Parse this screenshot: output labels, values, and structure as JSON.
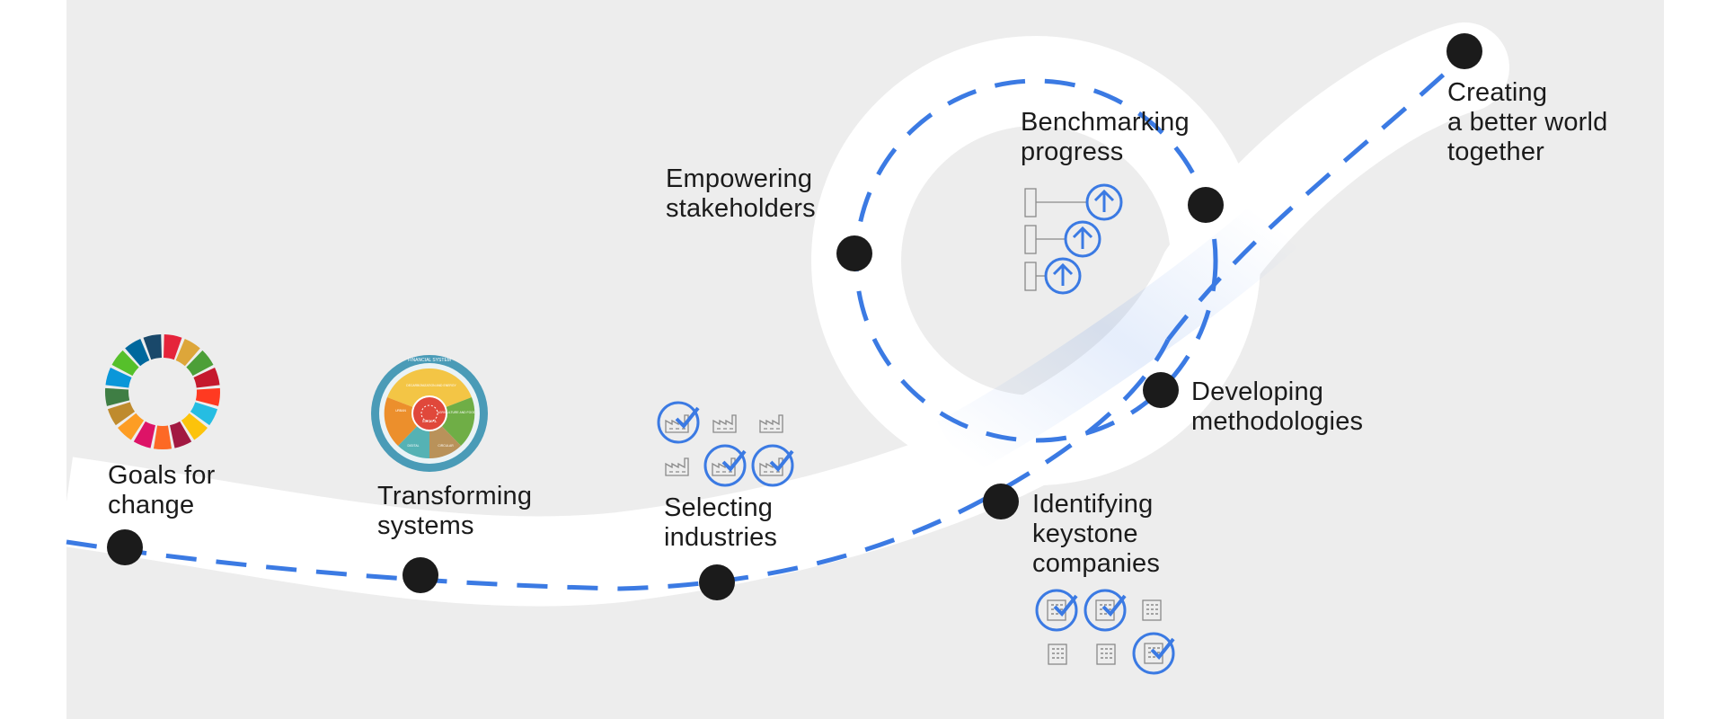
{
  "milestones": [
    {
      "id": "goals",
      "label": "Goals for\nchange"
    },
    {
      "id": "transforming",
      "label": "Transforming\nsystems"
    },
    {
      "id": "selecting",
      "label": "Selecting\nindustries"
    },
    {
      "id": "identifying",
      "label": "Identifying\nkeystone\ncompanies"
    },
    {
      "id": "developing",
      "label": "Developing\nmethodologies"
    },
    {
      "id": "empowering",
      "label": "Empowering\nstakeholders"
    },
    {
      "id": "benchmarking",
      "label": "Benchmarking\nprogress"
    },
    {
      "id": "creating",
      "label": "Creating\na better world\ntogether"
    }
  ],
  "systems_wheel": {
    "outer_title": "FINANCIAL SYSTEM",
    "center": "SOCIAL",
    "segments": [
      "DECARBONIZATION AND ENERGY",
      "AGRICULTURE AND FOOD",
      "CIRCULAR",
      "DIGITAL",
      "URBAN"
    ]
  },
  "colors": {
    "background": "#ededed",
    "path": "#ffffff",
    "dash": "#3b7ae3",
    "milestone_dot": "#1b1b1b",
    "icon_blue": "#3b7ae3",
    "icon_grey": "#8a8a8a",
    "sdg_wheel": [
      "#e5243b",
      "#dda63a",
      "#4c9f38",
      "#c5192d",
      "#ff3a21",
      "#26bde2",
      "#fcc30b",
      "#a21942",
      "#fd6925",
      "#dd1367",
      "#fd9d24",
      "#bf8b2e",
      "#3f7e44",
      "#0a97d9",
      "#56c02b",
      "#00689d",
      "#19486a"
    ],
    "systems_wheel": {
      "ring": "#4a9bb7",
      "top": "#f3c545",
      "right": "#6fae46",
      "bottom_right": "#b9925a",
      "bottom_left": "#55b2b4",
      "left": "#ec8f2c",
      "center": "#e0483b"
    }
  },
  "icons": {
    "sdg_wheel": "sdg-color-wheel-icon",
    "systems_wheel": "systems-wheel-icon",
    "industries": "factory-check-icon",
    "companies": "building-check-icon",
    "benchmark": "progress-arrow-up-icon"
  }
}
